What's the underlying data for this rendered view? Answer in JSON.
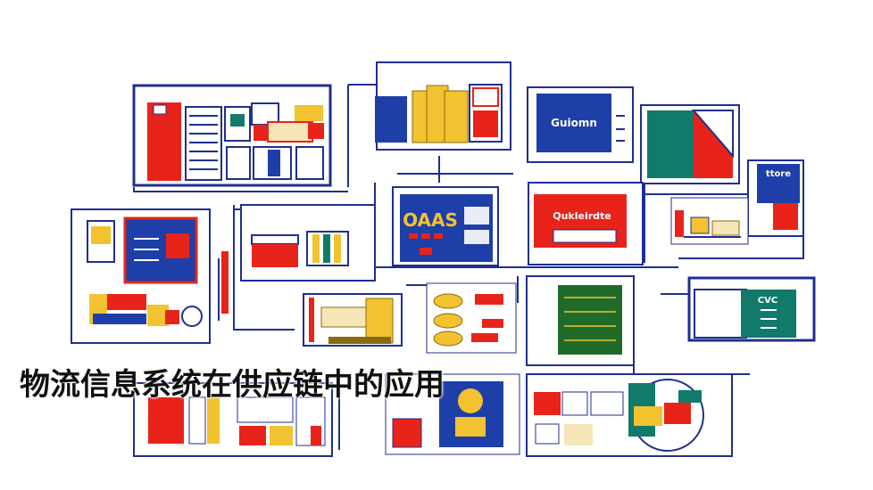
{
  "title": "物流信息系统在供应链中的应用",
  "panel_labels": {
    "top_right_card": "Guiomn",
    "center_right_card": "Qukleirdte",
    "far_right_card": "ttore",
    "lower_right_card": "CVC",
    "center_card_letters": "OAAS"
  },
  "colors": {
    "navy": "#1f2f8f",
    "red": "#e8231a",
    "blue": "#1e3fa8",
    "yellow": "#f2c230",
    "teal": "#127a6a",
    "green": "#1f6b2a",
    "cream": "#f5e6b8",
    "white": "#ffffff"
  }
}
